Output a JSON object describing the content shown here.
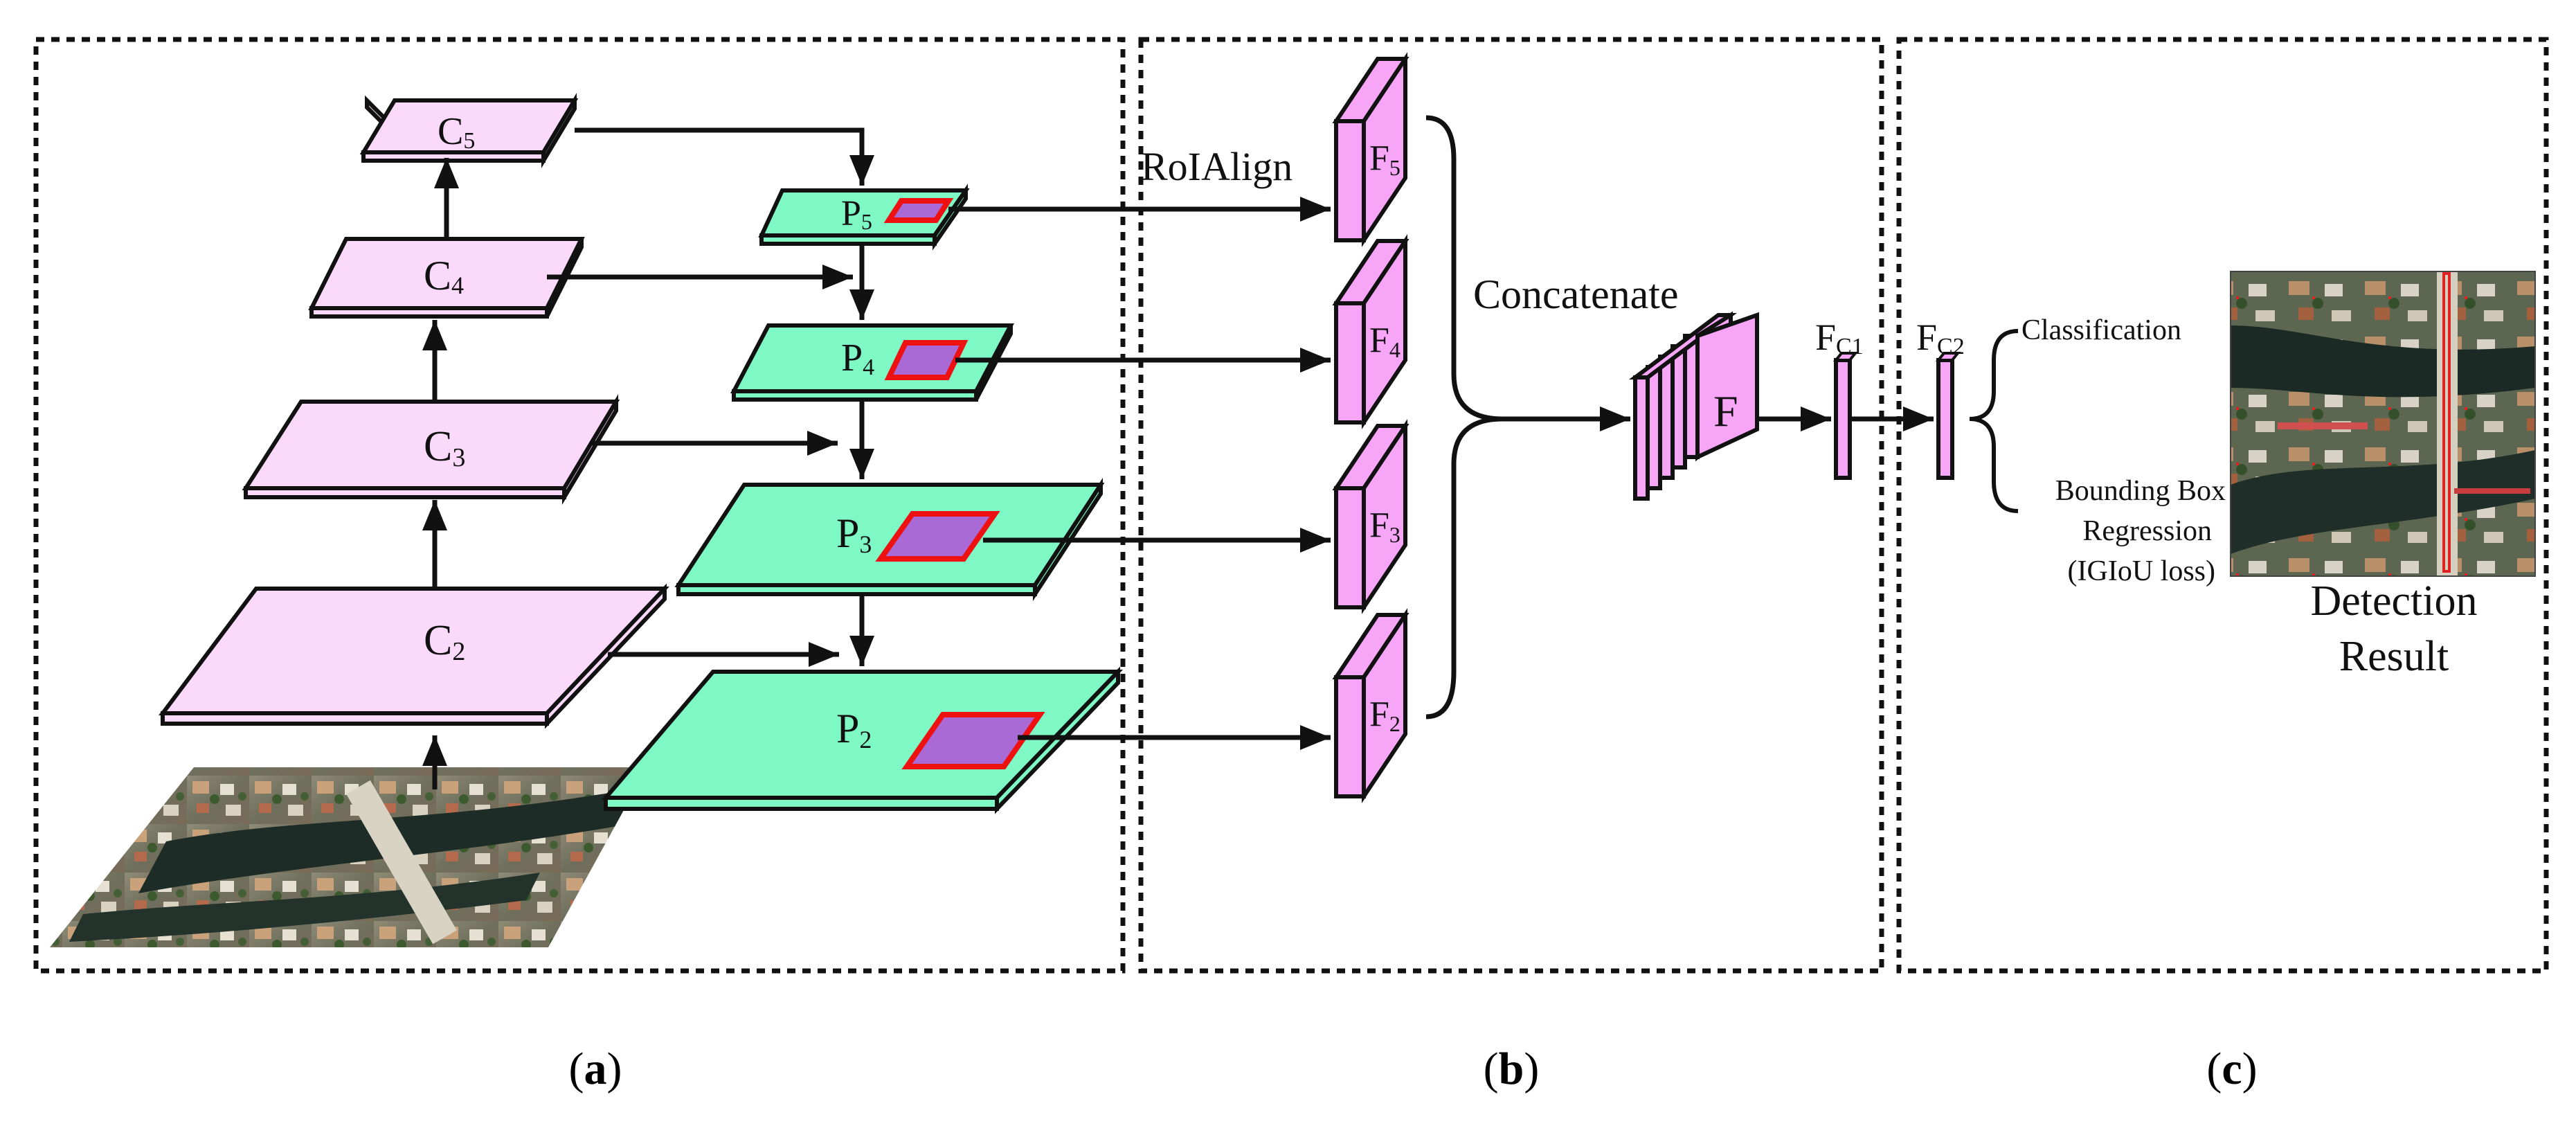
{
  "colors": {
    "c_layer": "#fbd9fb",
    "p_layer": "#7ef8c4",
    "roi_fill": "#a96ad6",
    "roi_stroke": "#ee1111",
    "feature": "#f7a5f7",
    "line": "#111111"
  },
  "icons": {
    "input_image": "aerial-photo",
    "result_image": "aerial-photo-with-detection-boxes"
  },
  "backbone": {
    "c5": "C",
    "c5_sub": "5",
    "c4": "C",
    "c4_sub": "4",
    "c3": "C",
    "c3_sub": "3",
    "c2": "C",
    "c2_sub": "2"
  },
  "fpn": {
    "p5": "P",
    "p5_sub": "5",
    "p4": "P",
    "p4_sub": "4",
    "p3": "P",
    "p3_sub": "3",
    "p2": "P",
    "p2_sub": "2"
  },
  "roi": {
    "roialign": "RoIAlign",
    "f5": "F",
    "f5_sub": "5",
    "f4": "F",
    "f4_sub": "4",
    "f3": "F",
    "f3_sub": "3",
    "f2": "F",
    "f2_sub": "2",
    "concatenate": "Concatenate",
    "f": "F"
  },
  "head": {
    "fc1": "F",
    "fc1_sub": "C1",
    "fc2": "F",
    "fc2_sub": "C2",
    "classification": "Classification",
    "bbox_line1": "Bounding Box",
    "bbox_line2": "Regression",
    "bbox_line3": "(IGIoU loss)",
    "detection_line1": "Detection",
    "detection_line2": "Result"
  },
  "captions": {
    "a_open": "(",
    "a_letter": "a",
    "a_close": ")",
    "b_open": "(",
    "b_letter": "b",
    "b_close": ")",
    "c_open": "(",
    "c_letter": "c",
    "c_close": ")"
  }
}
